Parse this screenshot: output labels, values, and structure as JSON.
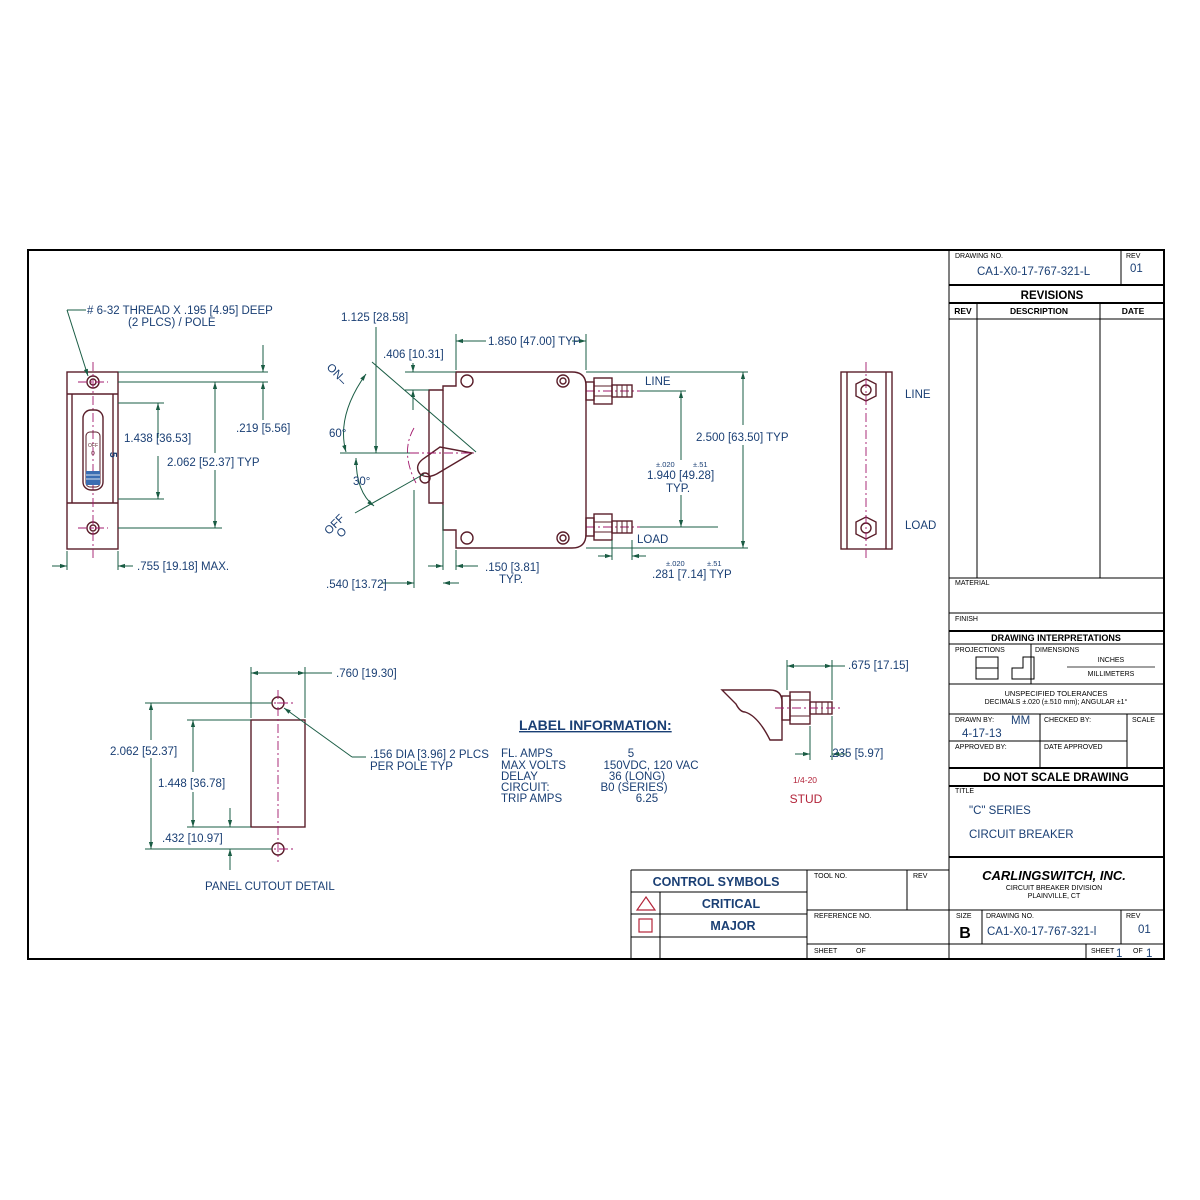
{
  "title_block": {
    "drawing_no_label": "DRAWING NO.",
    "drawing_no": "CA1-X0-17-767-321-L",
    "rev_label": "REV",
    "rev": "01",
    "revisions_heading": "REVISIONS",
    "revisions_cols": [
      "REV",
      "DESCRIPTION",
      "DATE"
    ],
    "material_label": "MATERIAL",
    "finish_label": "FINISH",
    "interpretations_heading": "DRAWING  INTERPRETATIONS",
    "projections_label": "PROJECTIONS",
    "dimensions_label": "DIMENSIONS",
    "dim_inches": "INCHES",
    "dim_millimeters": "MILLIMETERS",
    "tolerances_line1": "UNSPECIFIED TOLERANCES",
    "tolerances_line2": "DECIMALS  ±.020 (±.510 mm);  ANGULAR  ±1°",
    "drawn_by_label": "DRAWN BY:",
    "drawn_by": "MM",
    "drawn_date": "4-17-13",
    "checked_by_label": "CHECKED BY:",
    "scale_label": "SCALE",
    "approved_by_label": "APPROVED BY:",
    "date_approved_label": "DATE APPROVED",
    "do_not_scale": "DO NOT SCALE DRAWING",
    "title_label": "TITLE",
    "title_line1": "\"C\" SERIES",
    "title_line2": "CIRCUIT BREAKER",
    "company": "CARLINGSWITCH, INC.",
    "division": "CIRCUIT BREAKER DIVISION",
    "location": "PLAINVILLE, CT",
    "size_label": "SIZE",
    "size": "B",
    "drawing_no_2": "CA1-X0-17-767-321-l",
    "sheet_label": "SHEET",
    "sheet_no": "1",
    "of_label": "OF",
    "sheet_total": "1",
    "tool_no_label": "TOOL NO.",
    "reference_no_label": "REFERENCE NO.",
    "of_label_2": "OF"
  },
  "control_symbols": {
    "heading": "CONTROL SYMBOLS",
    "critical": "CRITICAL",
    "major": "MAJOR"
  },
  "front_view": {
    "thread_note_1": "# 6-32 THREAD X .195 [4.95] DEEP",
    "thread_note_2": "(2 PLCS) / POLE",
    "dim_width": ".755 [19.18] MAX.",
    "dim_1438": "1.438 [36.53]",
    "dim_2062": "2.062 [52.37] TYP",
    "dim_219": ".219 [5.56]",
    "handle_off": "OFF",
    "handle_o": "O",
    "rating_mark": "5"
  },
  "side_view": {
    "dim_1125": "1.125 [28.58]",
    "dim_406": ".406 [10.31]",
    "dim_1850": "1.850 [47.00] TYP",
    "on_label": "ON",
    "on_mark": "–",
    "off_label": "OFF",
    "off_mark": "O",
    "angle_60": "60°",
    "angle_30": "30°",
    "line_label": "LINE",
    "load_label": "LOAD",
    "dim_2500": "2.500 [63.50] TYP",
    "tol_020": "±.020",
    "tol_51": "±.51",
    "dim_1940": "1.940 [49.28]",
    "typ": "TYP.",
    "dim_150": ".150 [3.81]",
    "typ_2": "TYP.",
    "dim_540": ".540 [13.72]",
    "tol_020_b": "±.020",
    "tol_51_b": "±.51",
    "dim_281": ".281 [7.14] TYP"
  },
  "rear_view": {
    "line_label": "LINE",
    "load_label": "LOAD"
  },
  "panel_cutout": {
    "dim_760": ".760 [19.30]",
    "dim_2062": "2.062 [52.37]",
    "dim_1448": "1.448 [36.78]",
    "dim_432": ".432 [10.97]",
    "hole_note_1": ".156 DIA [3.96] 2 PLCS",
    "hole_note_2": "PER POLE TYP",
    "caption": "PANEL CUTOUT DETAIL"
  },
  "label_info": {
    "heading": "LABEL INFORMATION:",
    "rows": [
      {
        "key": "FL.  AMPS",
        "value": "5"
      },
      {
        "key": "MAX  VOLTS",
        "value": "150VDC, 120 VAC"
      },
      {
        "key": "DELAY",
        "value": "36 (LONG)"
      },
      {
        "key": "CIRCUIT:",
        "value": "B0 (SERIES)"
      },
      {
        "key": "TRIP  AMPS",
        "value": "6.25"
      }
    ]
  },
  "stud_detail": {
    "dim_675": ".675 [17.15]",
    "dim_235": ".235 [5.97]",
    "thread": "1/4-20",
    "caption": "STUD"
  },
  "colors": {
    "dimension_text": "#1a3f74",
    "dimension_lines": "#1a5c44",
    "part_outline": "#5a1e2a",
    "centerline": "#a2186c",
    "symbol_red": "#b3243a"
  }
}
